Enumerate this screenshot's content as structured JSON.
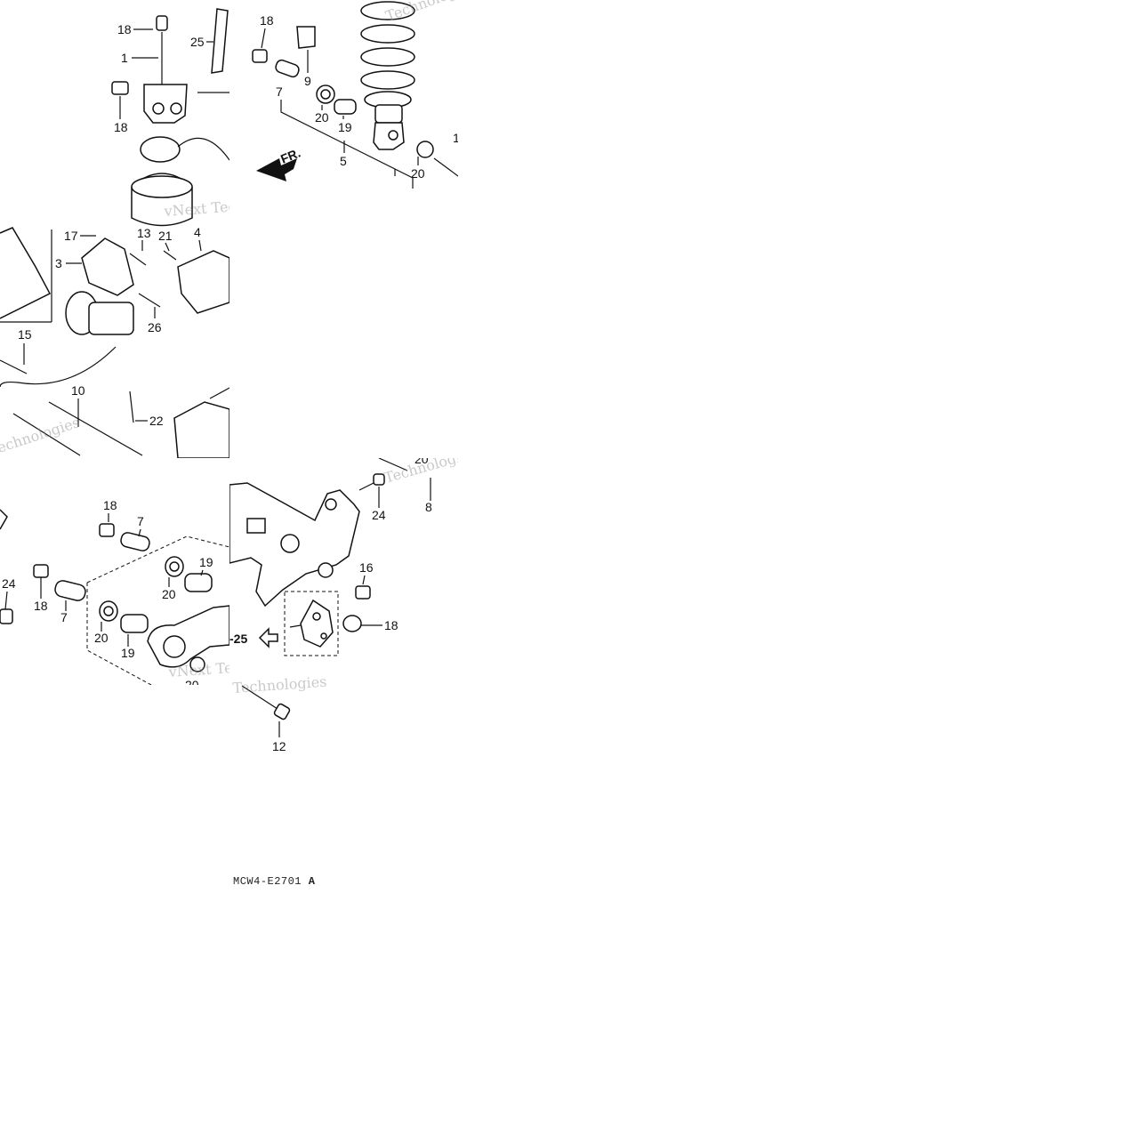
{
  "diagram": {
    "drawing_code": "MCW4-E2701",
    "drawing_code_suffix": "A",
    "front_marker": "FR.",
    "reference_arrow_label": "-25",
    "watermark_lines": [
      "vNext Technologies",
      "Technologies"
    ],
    "callouts": {
      "tile_a": [
        "18",
        "25",
        "1",
        "18",
        "17",
        "13",
        "21",
        "4",
        "3",
        "26",
        "15",
        "10",
        "22",
        "18"
      ],
      "tile_b": [
        "18",
        "9",
        "7",
        "20",
        "19",
        "5",
        "20",
        "1"
      ],
      "tile_c": [
        "18",
        "7",
        "19",
        "24",
        "18",
        "7",
        "20",
        "20",
        "19",
        "20"
      ],
      "tile_d": [
        "20",
        "24",
        "8",
        "16",
        "18",
        "12"
      ]
    }
  }
}
